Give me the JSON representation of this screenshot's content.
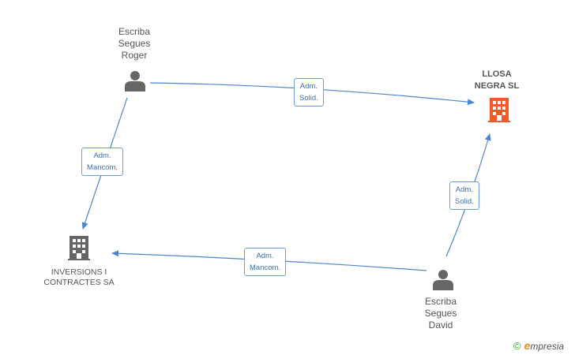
{
  "nodes": {
    "roger": {
      "line1": "Escriba",
      "line2": "Segues",
      "line3": "Roger",
      "icon": "person-icon"
    },
    "llosa": {
      "line1": "LLOSA",
      "line2": "NEGRA SL",
      "icon": "building-icon",
      "color": "#f05a28"
    },
    "inversions": {
      "line1": "INVERSIONS I",
      "line2": "CONTRACTES SA",
      "icon": "building-icon",
      "color": "#666666"
    },
    "david": {
      "line1": "Escriba",
      "line2": "Segues",
      "line3": "David",
      "icon": "person-icon"
    }
  },
  "edges": {
    "roger_llosa": {
      "line1": "Adm.",
      "line2": "Solid."
    },
    "roger_inversions": {
      "line1": "Adm.",
      "line2": "Mancom."
    },
    "david_llosa": {
      "line1": "Adm.",
      "line2": "Solid."
    },
    "david_inversions": {
      "line1": "Adm.",
      "line2": "Mancom."
    }
  },
  "colors": {
    "edge": "#4a86d0",
    "person": "#666666"
  },
  "brand": {
    "copyright": "©",
    "initial": "e",
    "name": "mpresia"
  }
}
